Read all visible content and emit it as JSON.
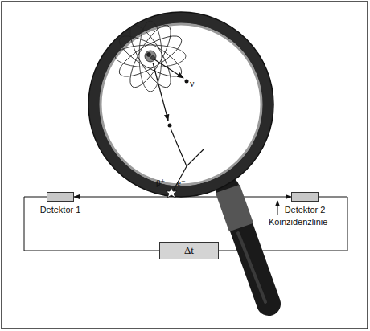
{
  "diagram": {
    "nodes": [
      {
        "text": [
          "Detektor 1"
        ]
      },
      {
        "text": [
          "Detektor 2"
        ]
      },
      {
        "text": [
          "Δt"
        ]
      }
    ],
    "edges": [
      {
        "from": 0,
        "to": 1,
        "arrow": "both"
      },
      {
        "from": 0,
        "to": 2,
        "arrow": "none"
      },
      {
        "from": 1,
        "to": 2,
        "arrow": "none"
      }
    ],
    "labels": [
      "ν",
      "β⁺",
      "e⁻",
      "Koinzidenzlinie"
    ]
  }
}
